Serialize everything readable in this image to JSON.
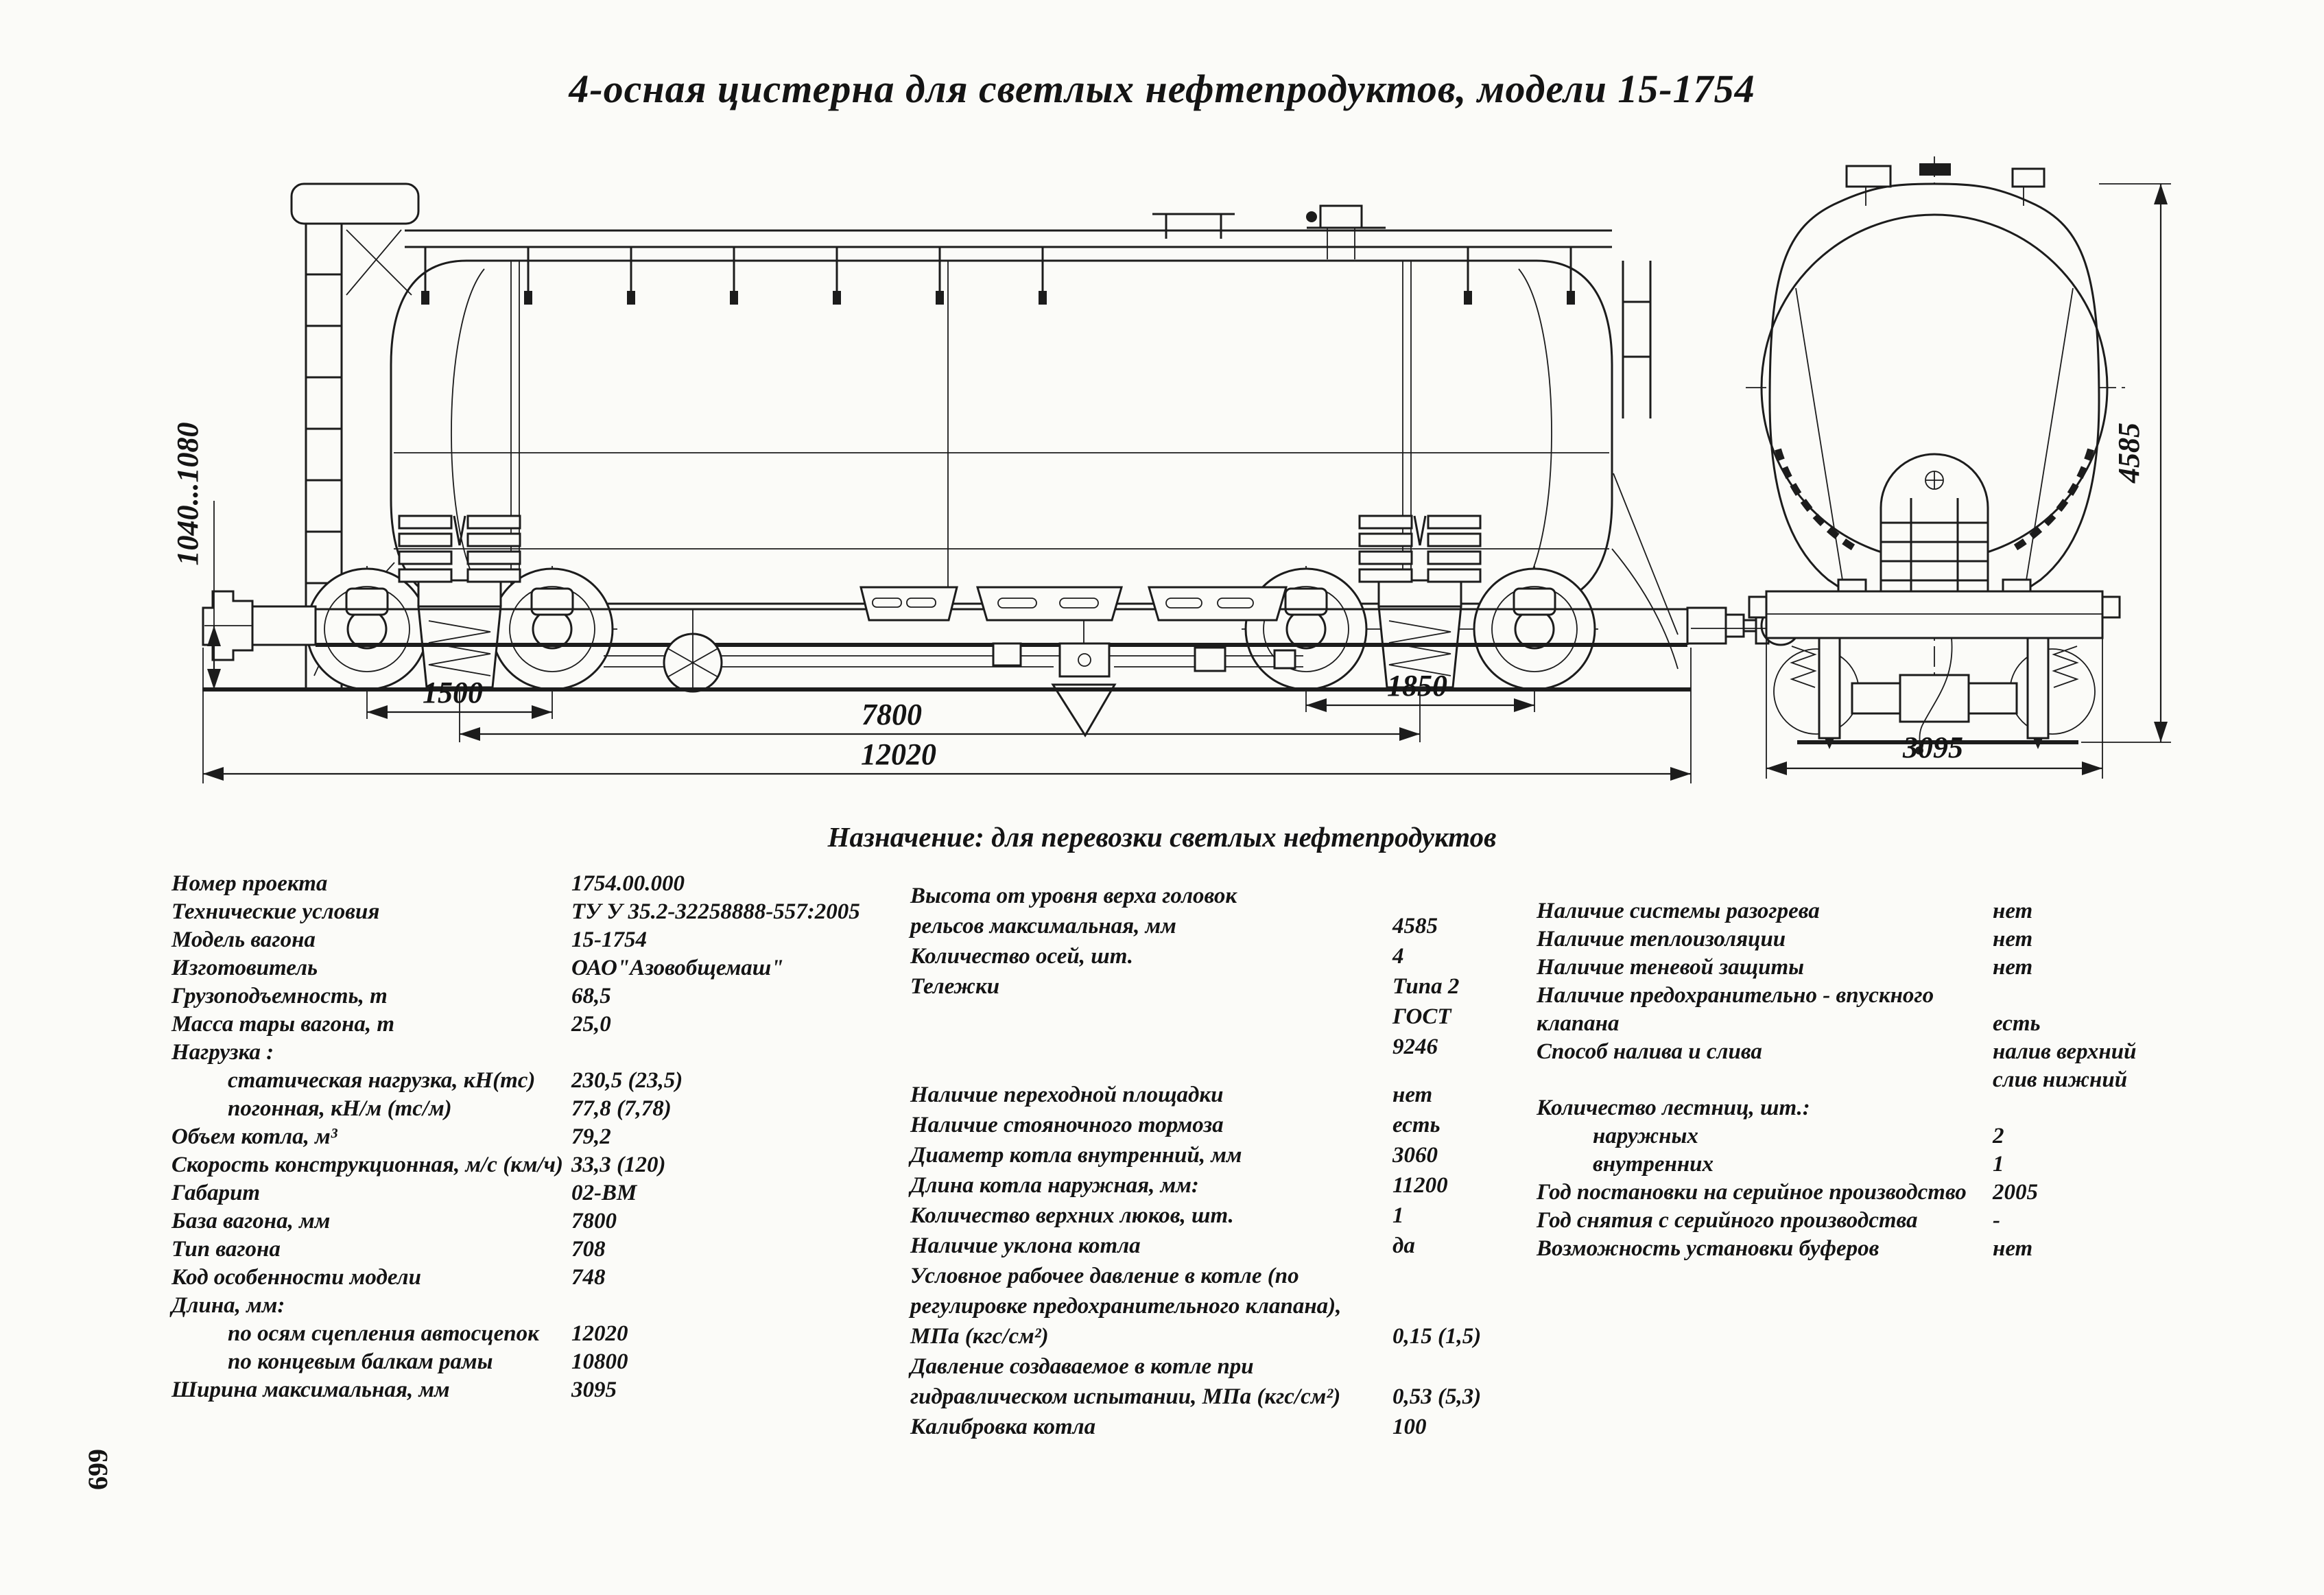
{
  "page": {
    "title": "4-осная цистерна для светлых нефтепродуктов, модели 15-1754",
    "purpose": "Назначение: для перевозки светлых нефтепродуктов",
    "page_number": "699"
  },
  "drawing": {
    "side_view": {
      "dim_bogie_left": "1500",
      "dim_base": "7800",
      "dim_bogie_right": "1850",
      "dim_length_over_couplers": "12020",
      "dim_coupler_height": "1040...1080"
    },
    "end_view": {
      "dim_height_max": "4585",
      "dim_width_max": "3095"
    }
  },
  "specs": {
    "left": [
      {
        "label": "Номер проекта",
        "value": "1754.00.000"
      },
      {
        "label": "Технические условия",
        "value": "ТУ У 35.2-32258888-557:2005"
      },
      {
        "label": "Модель вагона",
        "value": "15-1754"
      },
      {
        "label": "Изготовитель",
        "value": "ОАО\"Азовобщемаш\""
      },
      {
        "label": "Грузоподъемность, т",
        "value": "68,5"
      },
      {
        "label": "Масса тары вагона, т",
        "value": "25,0"
      },
      {
        "label": "Нагрузка :",
        "value": ""
      },
      {
        "label": "статическая нагрузка, кН(тс)",
        "value": "230,5 (23,5)",
        "indent": true
      },
      {
        "label": "погонная, кН/м (тс/м)",
        "value": "77,8 (7,78)",
        "indent": true
      },
      {
        "label": "Объем котла, м³",
        "value": "79,2"
      },
      {
        "label": "Скорость конструкционная, м/с (км/ч)",
        "value": "33,3 (120)"
      },
      {
        "label": "Габарит",
        "value": "02-ВМ"
      },
      {
        "label": "База вагона, мм",
        "value": "7800"
      },
      {
        "label": "Тип вагона",
        "value": "708"
      },
      {
        "label": "Код особенности модели",
        "value": "748"
      },
      {
        "label": "Длина, мм:",
        "value": ""
      },
      {
        "label": "по осям сцепления автосцепок",
        "value": "12020",
        "indent": true
      },
      {
        "label": "по концевым балкам рамы",
        "value": "10800",
        "indent": true
      },
      {
        "label": "Ширина максимальная, мм",
        "value": "3095"
      }
    ],
    "middle": [
      {
        "label": "Высота от уровня верха головок",
        "value": ""
      },
      {
        "label": "рельсов максимальная, мм",
        "value": "4585"
      },
      {
        "label": "Количество осей, шт.",
        "value": "4"
      },
      {
        "label": "Тележки",
        "value": "Типа 2"
      },
      {
        "label": "",
        "value": "ГОСТ"
      },
      {
        "label": "",
        "value": "9246"
      },
      {
        "label": "Наличие переходной площадки",
        "value": "нет",
        "gap": true
      },
      {
        "label": "Наличие стояночного тормоза",
        "value": "есть"
      },
      {
        "label": "Диаметр котла внутренний, мм",
        "value": "3060"
      },
      {
        "label": "Длина котла наружная, мм:",
        "value": "11200"
      },
      {
        "label": "Количество верхних люков, шт.",
        "value": "1"
      },
      {
        "label": "Наличие уклона котла",
        "value": "да"
      },
      {
        "label": "Условное рабочее давление в котле  (по",
        "value": ""
      },
      {
        "label": "регулировке предохранительного клапана),",
        "value": ""
      },
      {
        "label": "МПа (кгс/см²)",
        "value": "0,15 (1,5)"
      },
      {
        "label": "Давление создаваемое в котле при",
        "value": ""
      },
      {
        "label": "гидравлическом испытании, МПа (кгс/см²)",
        "value": "0,53 (5,3)"
      },
      {
        "label": "Калибровка котла",
        "value": "100"
      }
    ],
    "right": [
      {
        "label": "Наличие системы разогрева",
        "value": "нет"
      },
      {
        "label": "Наличие теплоизоляции",
        "value": "нет"
      },
      {
        "label": "Наличие теневой защиты",
        "value": "нет"
      },
      {
        "label": "Наличие предохранительно - впускного",
        "value": ""
      },
      {
        "label": "клапана",
        "value": "есть"
      },
      {
        "label": "Способ налива и слива",
        "value": "налив верхний"
      },
      {
        "label": "",
        "value": "слив нижний"
      },
      {
        "label": "Количество лестниц, шт.:",
        "value": ""
      },
      {
        "label": "наружных",
        "value": "2",
        "indent": true
      },
      {
        "label": "внутренних",
        "value": "1",
        "indent": true
      },
      {
        "label": "Год постановки на серийное производство",
        "value": "2005"
      },
      {
        "label": "Год снятия с серийного производства",
        "value": "-"
      },
      {
        "label": "Возможность установки буферов",
        "value": "нет"
      }
    ]
  }
}
